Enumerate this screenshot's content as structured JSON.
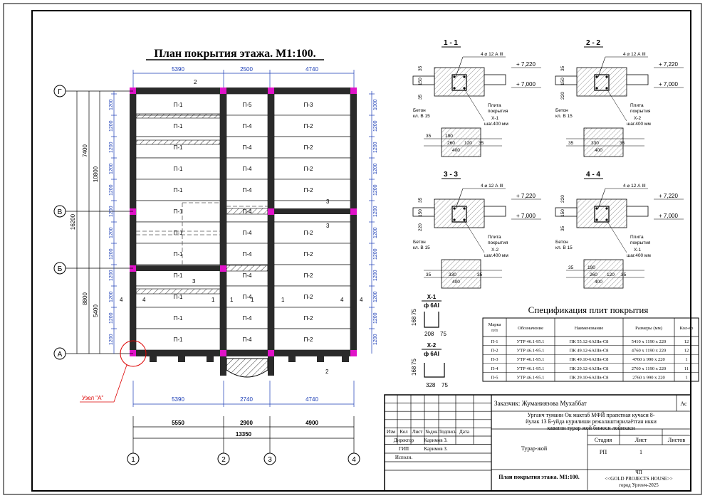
{
  "plan": {
    "title": "План покрытия этажа.  М1:100.",
    "top_dims": [
      "5390",
      "2500",
      "4740"
    ],
    "bottom_dims": [
      "5390",
      "2740",
      "4740"
    ],
    "total_dims": [
      "5550",
      "2900",
      "4900"
    ],
    "overall_dim": "13350",
    "left_dims": {
      "seg1": "7400",
      "seg2": "8800",
      "seg_b": "5400",
      "mid": "10800",
      "overall": "16200"
    },
    "row_dim": "1200",
    "row_dim_small": "1000",
    "axes_rows": [
      "Г",
      "В",
      "Б",
      "А"
    ],
    "axes_cols": [
      "1",
      "2",
      "3",
      "4"
    ],
    "col1_slabs": [
      "П-1",
      "П-1",
      "П-1",
      "П-1",
      "П-1",
      "П-1",
      "П-1",
      "П-1",
      "П-1",
      "П-1",
      "П-1",
      "П-1"
    ],
    "col2_slabs": [
      "П-5",
      "П-4",
      "П-4",
      "П-4",
      "П-4",
      "П-4",
      "П-4",
      "П-4",
      "П-4",
      "П-4",
      "П-4",
      "П-4"
    ],
    "col3_slabs": [
      "П-3",
      "П-2",
      "П-2",
      "П-2",
      "П-2",
      "П-2",
      "П-2",
      "П-2",
      "П-2",
      "П-2",
      "П-2",
      "П-2"
    ],
    "section_marks": {
      "two": "2",
      "three": "3",
      "four": "4",
      "one": "1"
    },
    "node_label": "Узел \"А\""
  },
  "sections": {
    "s11": {
      "title": "1 - 1",
      "rebar": "4 ⌀ 12 А III",
      "lvl_top": "+ 7,220",
      "lvl_bot": "+ 7,000",
      "concrete": "Бетон\nкл. В 15",
      "slab": "Плита\nпокрытия",
      "x": "Х-1\nшаг.400 мм",
      "dims": [
        "190",
        "260",
        "120",
        "35",
        "35",
        "400"
      ],
      "side": [
        "35",
        "150",
        "35"
      ]
    },
    "s22": {
      "title": "2 - 2",
      "rebar": "4 ⌀ 12 А III",
      "lvl_top": "+ 7,220",
      "lvl_bot": "+ 7,000",
      "concrete": "Бетон\nкл. В 15",
      "slab": "Плита\nпокрытия",
      "x": "Х-2\nшаг.400 мм",
      "dims": [
        "330",
        "35",
        "35",
        "400"
      ],
      "side": [
        "35",
        "150",
        "220"
      ]
    },
    "s33": {
      "title": "3 - 3",
      "rebar": "4 ⌀ 12 А III",
      "lvl_top": "+ 7,220",
      "lvl_bot": "+ 7,000",
      "concrete": "Бетон\nкл. В 15",
      "slab": "Плита\nпокрытия",
      "x": "Х-2\nшаг.400 мм",
      "dims": [
        "330",
        "35",
        "35",
        "400"
      ],
      "side": [
        "35",
        "150",
        "220"
      ]
    },
    "s44": {
      "title": "4 - 4",
      "rebar": "4 ⌀ 12 А III",
      "lvl_top": "+ 7,220",
      "lvl_bot": "+ 7,000",
      "concrete": "Бетон\nкл. В 15",
      "slab": "Плита\nпокрытия",
      "x": "Х-1\nшаг.400 мм",
      "dims": [
        "190",
        "260",
        "120",
        "35",
        "35",
        "400"
      ],
      "side": [
        "220",
        "150",
        "35"
      ]
    }
  },
  "bars": {
    "x1": {
      "title": "Х-1",
      "sub": "ф 6АI",
      "d1": "168",
      "d2": "75",
      "d3": "208",
      "d4": "75"
    },
    "x2": {
      "title": "Х-2",
      "sub": "ф 6АI",
      "d1": "168",
      "d2": "75",
      "d3": "328",
      "d4": "75"
    }
  },
  "spec": {
    "title": "Спецификация  плит покрытия",
    "headers": [
      "Марка п/п",
      "Обозначение",
      "Наименование",
      "Размеры (мм)",
      "Кол-во"
    ],
    "rows": [
      [
        "П-1",
        "УТР 46.1-95.1",
        "ПК 55.12-6АIIIв-С8",
        "5410 x 1190 x 220",
        "12"
      ],
      [
        "П-2",
        "УТР 46.1-95.1",
        "ПК 49.12-6АIIIв-С8",
        "4760 x 1190 x 220",
        "12"
      ],
      [
        "П-3",
        "УТР 46.1-95.1",
        "ПК 49.10-6АIIIв-С8",
        "4760 x 990 x 220",
        "1"
      ],
      [
        "П-4",
        "УТР 46.1-95.1",
        "ПК 29.12-6АIIIв-С8",
        "2760 x 1190 x 220",
        "11"
      ],
      [
        "П-5",
        "УТР 46.1-95.1",
        "ПК 29.10-6АIIIв-С8",
        "2760 x 990 x 220",
        "1"
      ]
    ]
  },
  "stamp": {
    "customer": "Заказчик: Жуманиязова Мухаббат",
    "ac": "Ас",
    "project": "Урганч тумани Ок мактаб МФЙ праектная кучаси 8- йулак 13 Б-уйда курилиши режалаштирилаётган икки каватли турар жой биноси лойихаси",
    "cols": [
      "Изм",
      "Кол",
      "Лист",
      "№док",
      "Подпись",
      "Дата"
    ],
    "roles": [
      [
        "Директор",
        "Каримов З."
      ],
      [
        "ГИП",
        "Каримов З."
      ],
      [
        "Исполн.",
        ""
      ]
    ],
    "building": "Турар-жой",
    "stage_h": [
      "Стадия",
      "Лист",
      "Листов"
    ],
    "stage_v": [
      "РП",
      "1",
      ""
    ],
    "sheet_title": "План покрытия этажа.  М1:100.",
    "company": [
      "ЧП",
      "<<GOLD PROJECTS HOUSE>>",
      "город Ургенч-2025"
    ]
  }
}
